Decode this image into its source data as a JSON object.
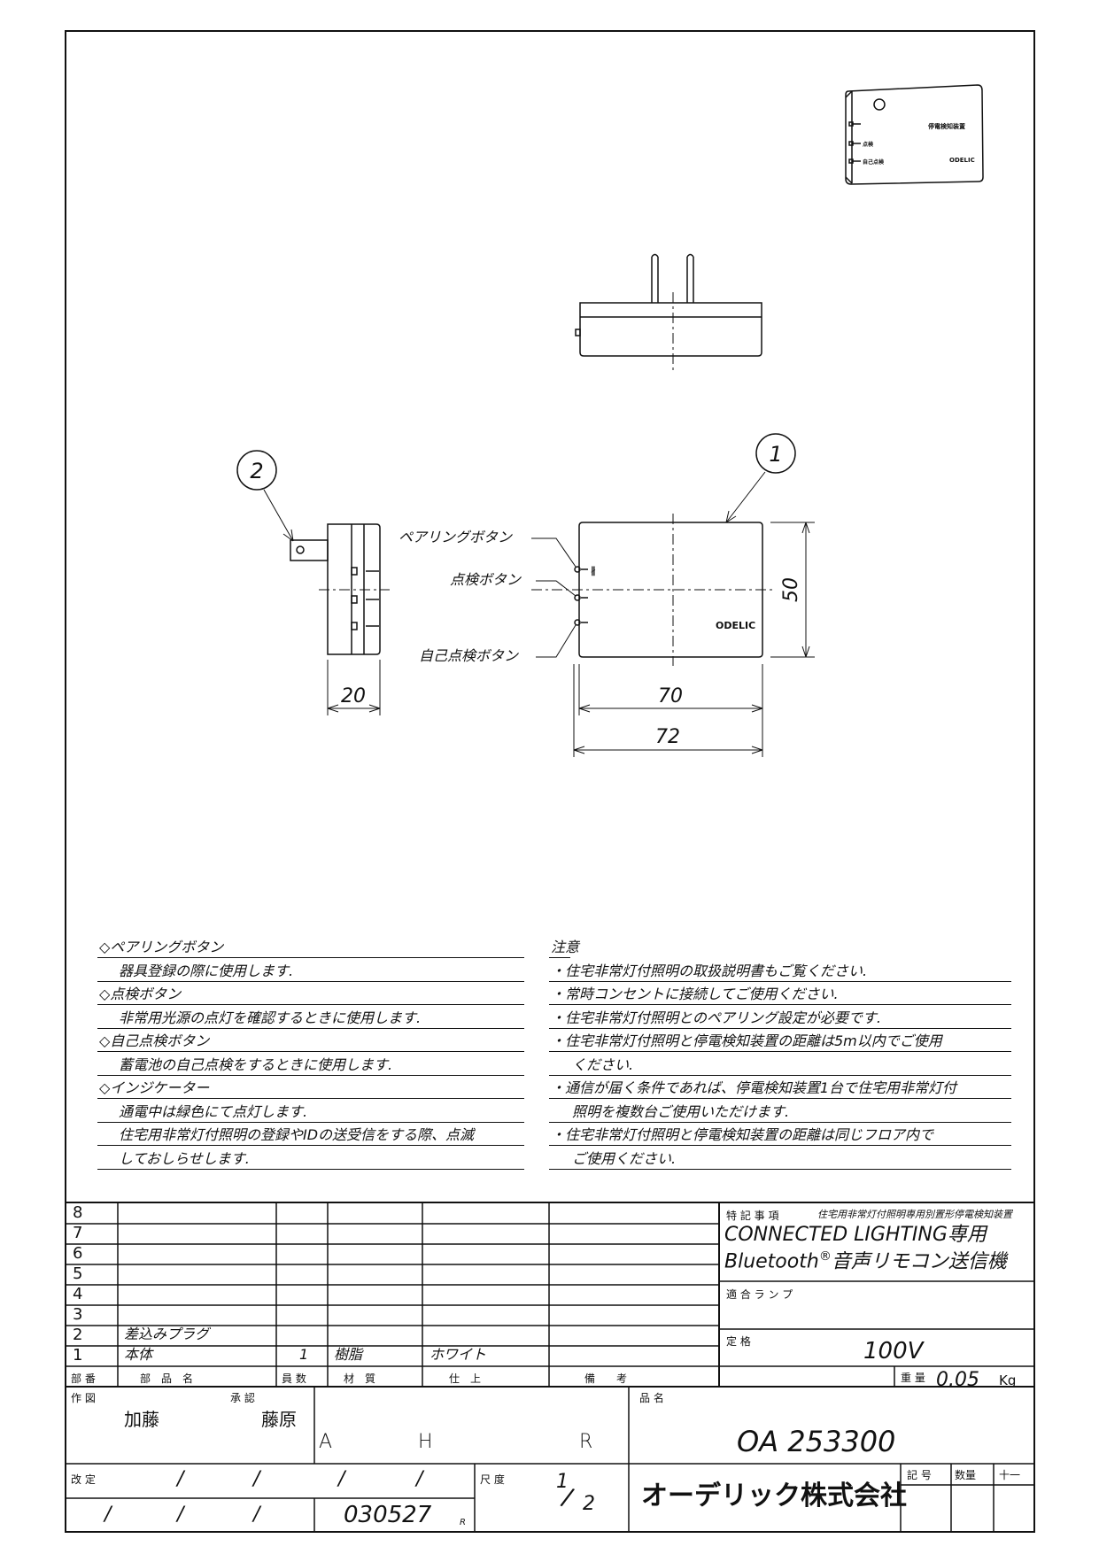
{
  "drawing": {
    "callouts": {
      "part_1": "1",
      "part_2": "2",
      "pairing_button": "ペアリングボタン",
      "check_button": "点検ボタン",
      "self_check_button": "自己点検ボタン"
    },
    "dimensions": {
      "height": "50",
      "width_body": "70",
      "width_total": "72",
      "depth": "20"
    },
    "face": {
      "brand": "ODELIC",
      "bluetooth_glyph": "∦"
    },
    "perspective": {
      "label_device": "停電検知装置",
      "label_brand": "ODELIC",
      "label_check": "点検",
      "label_self_check": "自己点検"
    }
  },
  "notes_left": [
    {
      "text": "◇ペアリングボタン",
      "indent": false
    },
    {
      "text": "器具登録の際に使用します.",
      "indent": true
    },
    {
      "text": "◇点検ボタン",
      "indent": false
    },
    {
      "text": "非常用光源の点灯を確認するときに使用します.",
      "indent": true
    },
    {
      "text": "◇自己点検ボタン",
      "indent": false
    },
    {
      "text": "蓄電池の自己点検をするときに使用します.",
      "indent": true
    },
    {
      "text": "◇インジケーター",
      "indent": false
    },
    {
      "text": "通電中は緑色にて点灯します.",
      "indent": true
    },
    {
      "text": "住宅用非常灯付照明の登録やIDの送受信をする際、点滅",
      "indent": true
    },
    {
      "text": "しておしらせします.",
      "indent": true
    }
  ],
  "notes_right": [
    {
      "text": "注意",
      "indent": false
    },
    {
      "text": "・住宅非常灯付照明の取扱説明書もご覧ください.",
      "indent": false
    },
    {
      "text": "・常時コンセントに接続してご使用ください.",
      "indent": false
    },
    {
      "text": "・住宅非常灯付照明とのペアリング設定が必要です.",
      "indent": false
    },
    {
      "text": "・住宅非常灯付照明と停電検知装置の距離は5m以内でご使用",
      "indent": false
    },
    {
      "text": "ください.",
      "indent": true
    },
    {
      "text": "・通信が届く条件であれば、停電検知装置1台で住宅用非常灯付",
      "indent": false
    },
    {
      "text": "照明を複数台ご使用いただけます.",
      "indent": true
    },
    {
      "text": "・住宅非常灯付照明と停電検知装置の距離は同じフロア内で",
      "indent": false
    },
    {
      "text": "ご使用ください.",
      "indent": true
    }
  ],
  "parts_table": {
    "rows": [
      {
        "no": "8",
        "name": "",
        "qty": "",
        "material": "",
        "finish": "",
        "remarks": ""
      },
      {
        "no": "7",
        "name": "",
        "qty": "",
        "material": "",
        "finish": "",
        "remarks": ""
      },
      {
        "no": "6",
        "name": "",
        "qty": "",
        "material": "",
        "finish": "",
        "remarks": ""
      },
      {
        "no": "5",
        "name": "",
        "qty": "",
        "material": "",
        "finish": "",
        "remarks": ""
      },
      {
        "no": "4",
        "name": "",
        "qty": "",
        "material": "",
        "finish": "",
        "remarks": ""
      },
      {
        "no": "3",
        "name": "",
        "qty": "",
        "material": "",
        "finish": "",
        "remarks": ""
      },
      {
        "no": "2",
        "name": "差込みプラグ",
        "qty": "",
        "material": "",
        "finish": "",
        "remarks": ""
      },
      {
        "no": "1",
        "name": "本体",
        "qty": "1",
        "material": "樹脂",
        "finish": "ホワイト",
        "remarks": ""
      }
    ],
    "headers": {
      "no": "部 番",
      "name": "部　品　名",
      "qty": "員 数",
      "material": "材　質",
      "finish": "仕　上",
      "remarks": "備　　考"
    }
  },
  "spec": {
    "special_label": "特 記 事 項",
    "special_value": "住宅用非常灯付照明専用別置形停電検知装置",
    "product_line1": "CONNECTED LIGHTING専用",
    "product_line2_a": "Bluetooth",
    "product_line2_reg": "®",
    "product_line2_b": "音声リモコン送信機",
    "lamp_label": "適 合 ラ ン プ",
    "rating_label": "定 格",
    "rating_value": "100V",
    "weight_label": "重 量",
    "weight_value": "0.05",
    "weight_unit": "Kg"
  },
  "title_block": {
    "drawn_label": "作 図",
    "drawn_by": "加藤",
    "approved_label": "承 認",
    "approved_by": "藤原",
    "code_a": "A",
    "code_h": "H",
    "code_r": "R",
    "name_label": "品 名",
    "product_no": "OA 253300",
    "revision_label": "改 定",
    "scale_label": "尺 度",
    "scale_num": "1",
    "scale_den": "2",
    "date": "030527",
    "date_suffix": "R",
    "company": "オーデリック株式会社",
    "symbol_label": "記 号",
    "qty_label": "数量",
    "plus_minus": "十一",
    "slash": "/"
  }
}
